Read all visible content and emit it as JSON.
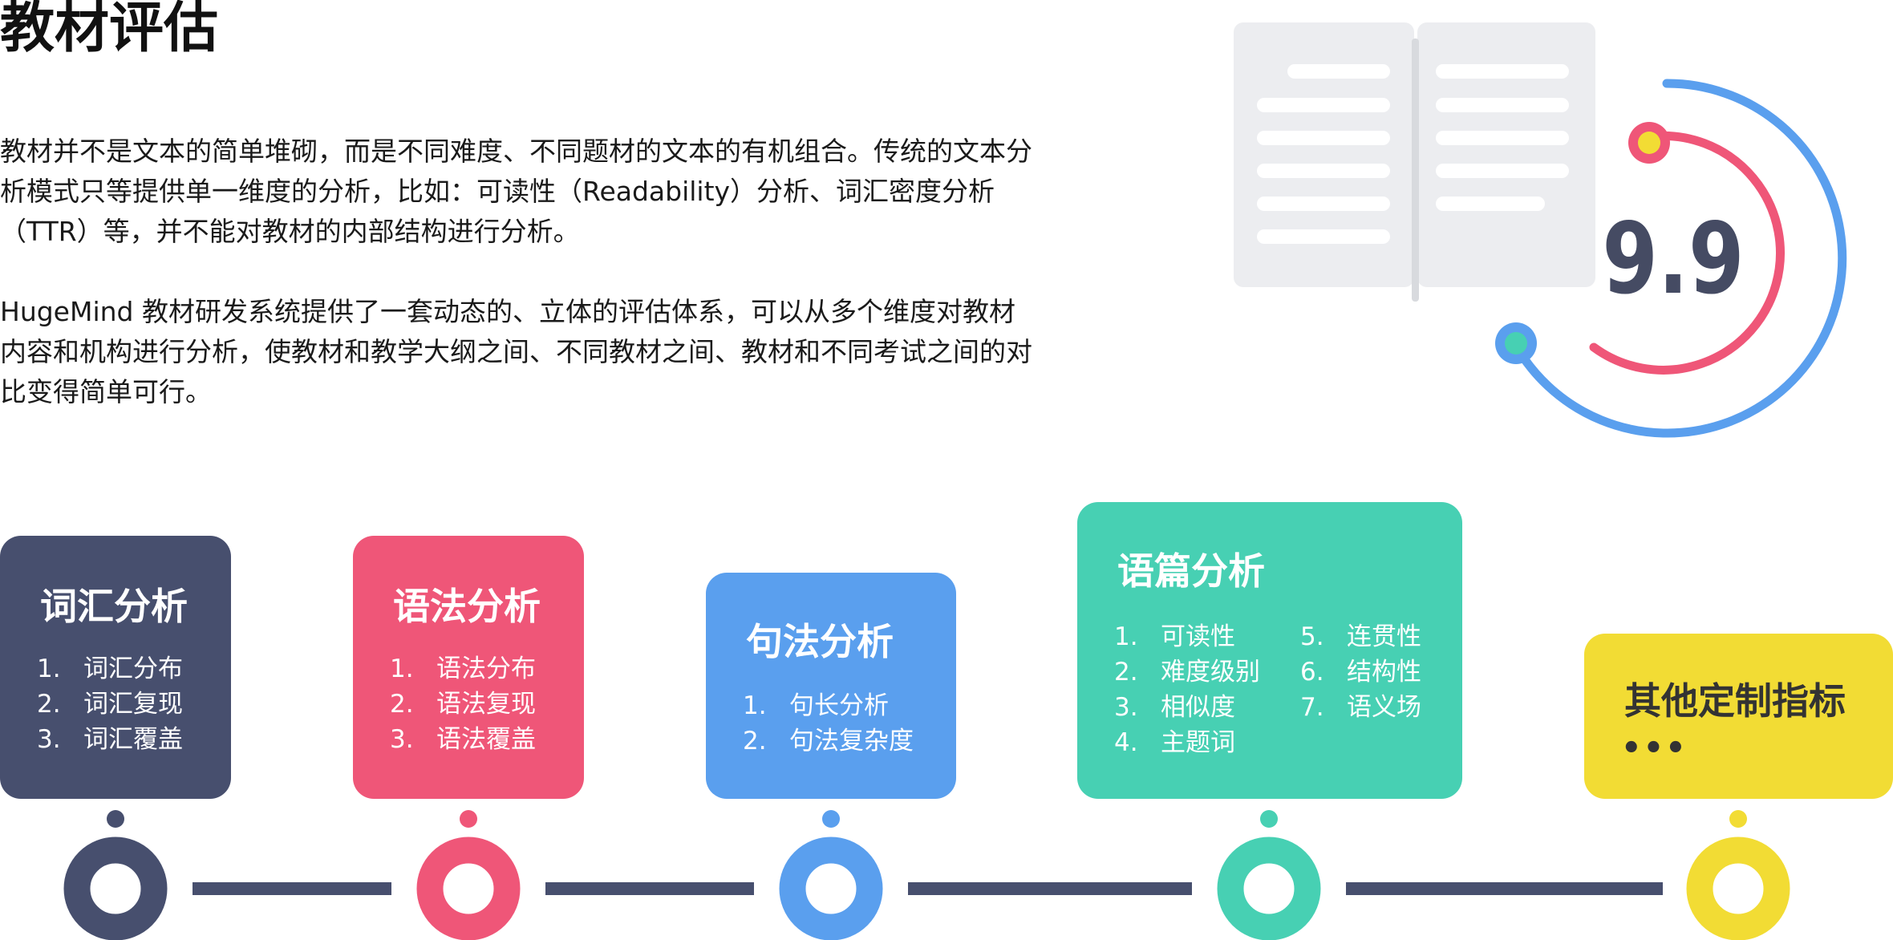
{
  "title": "教材评估",
  "intro": {
    "paragraph1": "教材并不是文本的简单堆砌，而是不同难度、不同题材的文本的有机组合。传统的文本分析模式只等提供单一维度的分析，比如：可读性（Readability）分析、词汇密度分析（TTR）等，并不能对教材的内部结构进行分析。",
    "paragraph2": "HugeMind  教材研发系统提供了一套动态的、立体的评估体系，可以从多个维度对教材内容和机构进行分析，使教材和教学大纲之间、不同教材之间、教材和不同考试之间的对比变得简单可行。"
  },
  "illustration": {
    "icon": "open-book-with-score-gauge",
    "score": "9.9"
  },
  "colors": {
    "navy": "#474f6e",
    "red": "#ef5678",
    "blue": "#5a9fee",
    "teal": "#47d0b3",
    "yellow": "#f2dc34",
    "book": "#ecedf0"
  },
  "cards": [
    {
      "title": "词汇分析",
      "items": [
        {
          "num": "1.",
          "text": "词汇分布"
        },
        {
          "num": "2.",
          "text": "词汇复现"
        },
        {
          "num": "3.",
          "text": "词汇覆盖"
        }
      ]
    },
    {
      "title": "语法分析",
      "items": [
        {
          "num": "1.",
          "text": "语法分布"
        },
        {
          "num": "2.",
          "text": "语法复现"
        },
        {
          "num": "3.",
          "text": "语法覆盖"
        }
      ]
    },
    {
      "title": "句法分析",
      "items": [
        {
          "num": "1.",
          "text": "句长分析"
        },
        {
          "num": "2.",
          "text": "句法复杂度"
        }
      ]
    },
    {
      "title": "语篇分析",
      "items_left": [
        {
          "num": "1.",
          "text": "可读性"
        },
        {
          "num": "2.",
          "text": "难度级别"
        },
        {
          "num": "3.",
          "text": "相似度"
        },
        {
          "num": "4.",
          "text": "主题词"
        }
      ],
      "items_right": [
        {
          "num": "5.",
          "text": "连贯性"
        },
        {
          "num": "6.",
          "text": "结构性"
        },
        {
          "num": "7.",
          "text": "语义场"
        }
      ]
    },
    {
      "title": "其他定制指标",
      "ellipsis": "•••"
    }
  ]
}
